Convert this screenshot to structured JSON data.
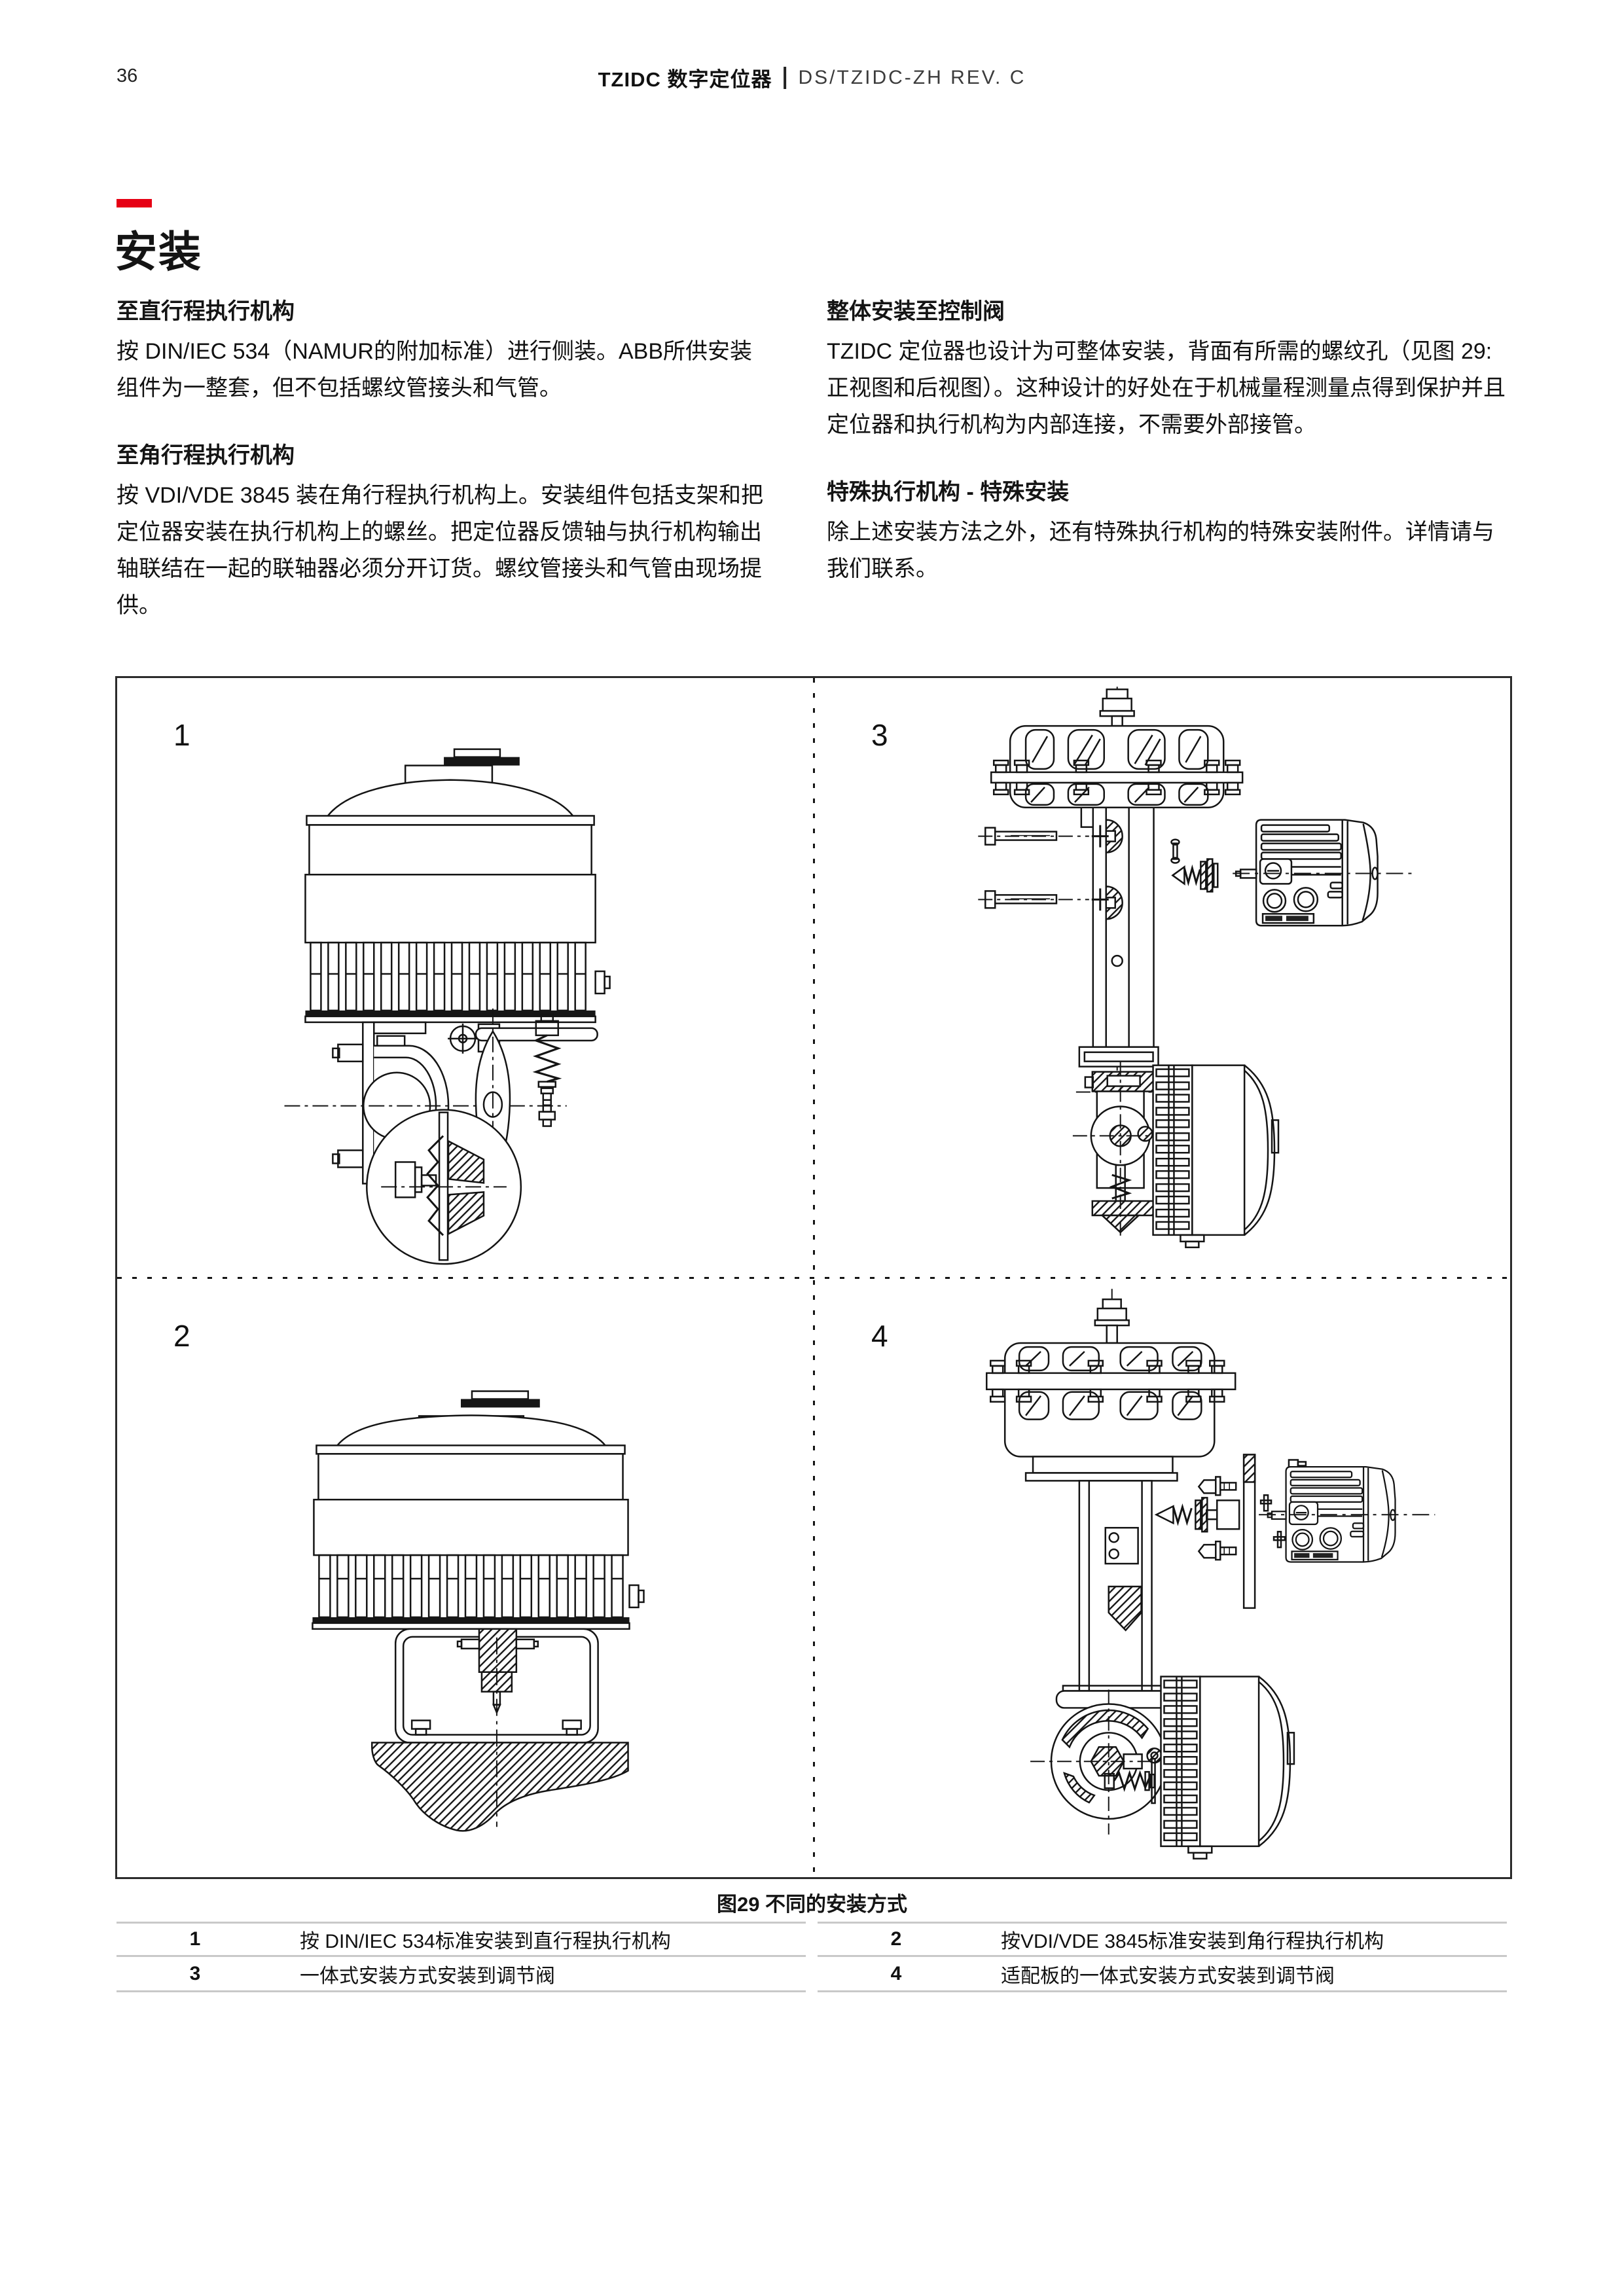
{
  "page": {
    "number": "36"
  },
  "header": {
    "title": "TZIDC 数字定位器",
    "doc": "DS/TZIDC-ZH REV. C"
  },
  "accent_color": "#e60014",
  "section": {
    "title": "安装"
  },
  "columns": {
    "left": [
      {
        "heading": "至直行程执行机构",
        "body": "按 DIN/IEC 534（NAMUR的附加标准）进行侧装。ABB所供安装组件为一整套，但不包括螺纹管接头和气管。"
      },
      {
        "heading": "至角行程执行机构",
        "body": "按 VDI/VDE 3845 装在角行程执行机构上。安装组件包括支架和把定位器安装在执行机构上的螺丝。把定位器反馈轴与执行机构输出轴联结在一起的联轴器必须分开订货。螺纹管接头和气管由现场提供。"
      }
    ],
    "right": [
      {
        "heading": "整体安装至控制阀",
        "body": "TZIDC 定位器也设计为可整体安装，背面有所需的螺纹孔（见图 29: 正视图和后视图）。这种设计的好处在于机械量程测量点得到保护并且定位器和执行机构为内部连接，不需要外部接管。"
      },
      {
        "heading": "特殊执行机构 - 特殊安装",
        "body": "除上述安装方法之外，还有特殊执行机构的特殊安装附件。详情请与我们联系。"
      }
    ]
  },
  "figure": {
    "caption": "图29 不同的安装方式",
    "quadrants": [
      {
        "number": "1",
        "drawing": "side-mounting-to-linear-actuator"
      },
      {
        "number": "2",
        "drawing": "mounting-to-rotary-actuator"
      },
      {
        "number": "3",
        "drawing": "integral-mounting-to-control-valve"
      },
      {
        "number": "4",
        "drawing": "integral-mounting-with-adapter-plate"
      }
    ]
  },
  "table": {
    "rows": [
      {
        "l_num": "1",
        "l_text": "按 DIN/IEC 534标准安装到直行程执行机构",
        "r_num": "2",
        "r_text": "按VDI/VDE 3845标准安装到角行程执行机构"
      },
      {
        "l_num": "3",
        "l_text": "一体式安装方式安装到调节阀",
        "r_num": "4",
        "r_text": "适配板的一体式安装方式安装到调节阀"
      }
    ]
  }
}
